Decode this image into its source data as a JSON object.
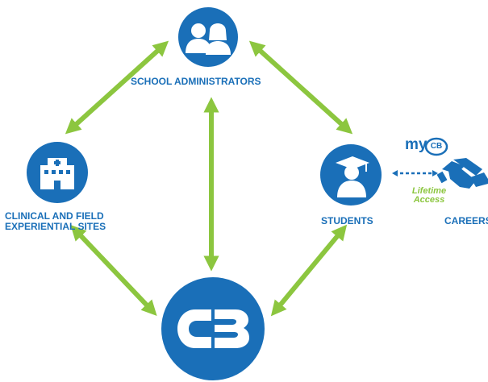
{
  "colors": {
    "blue": "#1a6fb8",
    "green": "#8cc63f",
    "white": "#ffffff"
  },
  "nodes": {
    "admins": {
      "label": "SCHOOL ADMINISTRATORS",
      "icon": "people-icon"
    },
    "clinical": {
      "line1": "CLINICAL AND FIELD",
      "line2": "EXPERIENTIAL SITES",
      "icon": "hospital-icon"
    },
    "students": {
      "label": "STUDENTS",
      "icon": "graduate-icon"
    },
    "careers": {
      "label": "CAREERS",
      "icon": "handshake-icon"
    },
    "cb": {
      "logo_text": "CB",
      "icon": "cb-logo-icon"
    }
  },
  "mycb": {
    "prefix": "my",
    "badge": "CB"
  },
  "lifetime": {
    "line1": "Lifetime",
    "line2": "Access"
  }
}
